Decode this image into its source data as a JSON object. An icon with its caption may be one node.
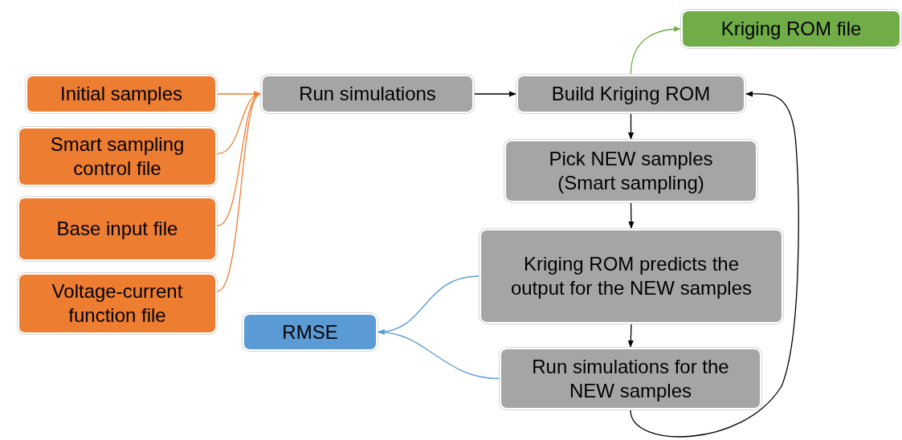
{
  "diagram": {
    "nodes": [
      {
        "text": [
          "Initial samples"
        ]
      },
      {
        "text": [
          "Smart sampling control file"
        ]
      },
      {
        "text": [
          "Base input file"
        ]
      },
      {
        "text": [
          "Voltage-current function file"
        ]
      },
      {
        "text": [
          "Run simulations"
        ]
      },
      {
        "text": [
          "Build Kriging ROM"
        ]
      },
      {
        "text": [
          "Kriging ROM file"
        ]
      },
      {
        "text": [
          "Pick NEW samples (Smart sampling)"
        ]
      },
      {
        "text": [
          "Kriging ROM predicts the output for the NEW samples"
        ]
      },
      {
        "text": [
          "RMSE"
        ]
      },
      {
        "text": [
          "Run simulations for the NEW samples"
        ]
      }
    ],
    "edges": [
      {
        "from": 0,
        "to": 4,
        "arrow": "to",
        "color": "#ed7d31"
      },
      {
        "from": 1,
        "to": 4,
        "arrow": "to",
        "color": "#ed7d31"
      },
      {
        "from": 2,
        "to": 4,
        "arrow": "to",
        "color": "#ed7d31"
      },
      {
        "from": 3,
        "to": 4,
        "arrow": "to",
        "color": "#ed7d31"
      },
      {
        "from": 4,
        "to": 5,
        "arrow": "to"
      },
      {
        "from": 5,
        "to": 6,
        "arrow": "to",
        "color": "#70ad47"
      },
      {
        "from": 5,
        "to": 7,
        "arrow": "to"
      },
      {
        "from": 7,
        "to": 8,
        "arrow": "to"
      },
      {
        "from": 8,
        "to": 10,
        "arrow": "to"
      },
      {
        "from": 8,
        "to": 9,
        "arrow": "to",
        "color": "#5b9bd5"
      },
      {
        "from": 10,
        "to": 9,
        "arrow": "to",
        "color": "#5b9bd5"
      },
      {
        "from": 10,
        "to": 5,
        "arrow": "to"
      }
    ]
  }
}
